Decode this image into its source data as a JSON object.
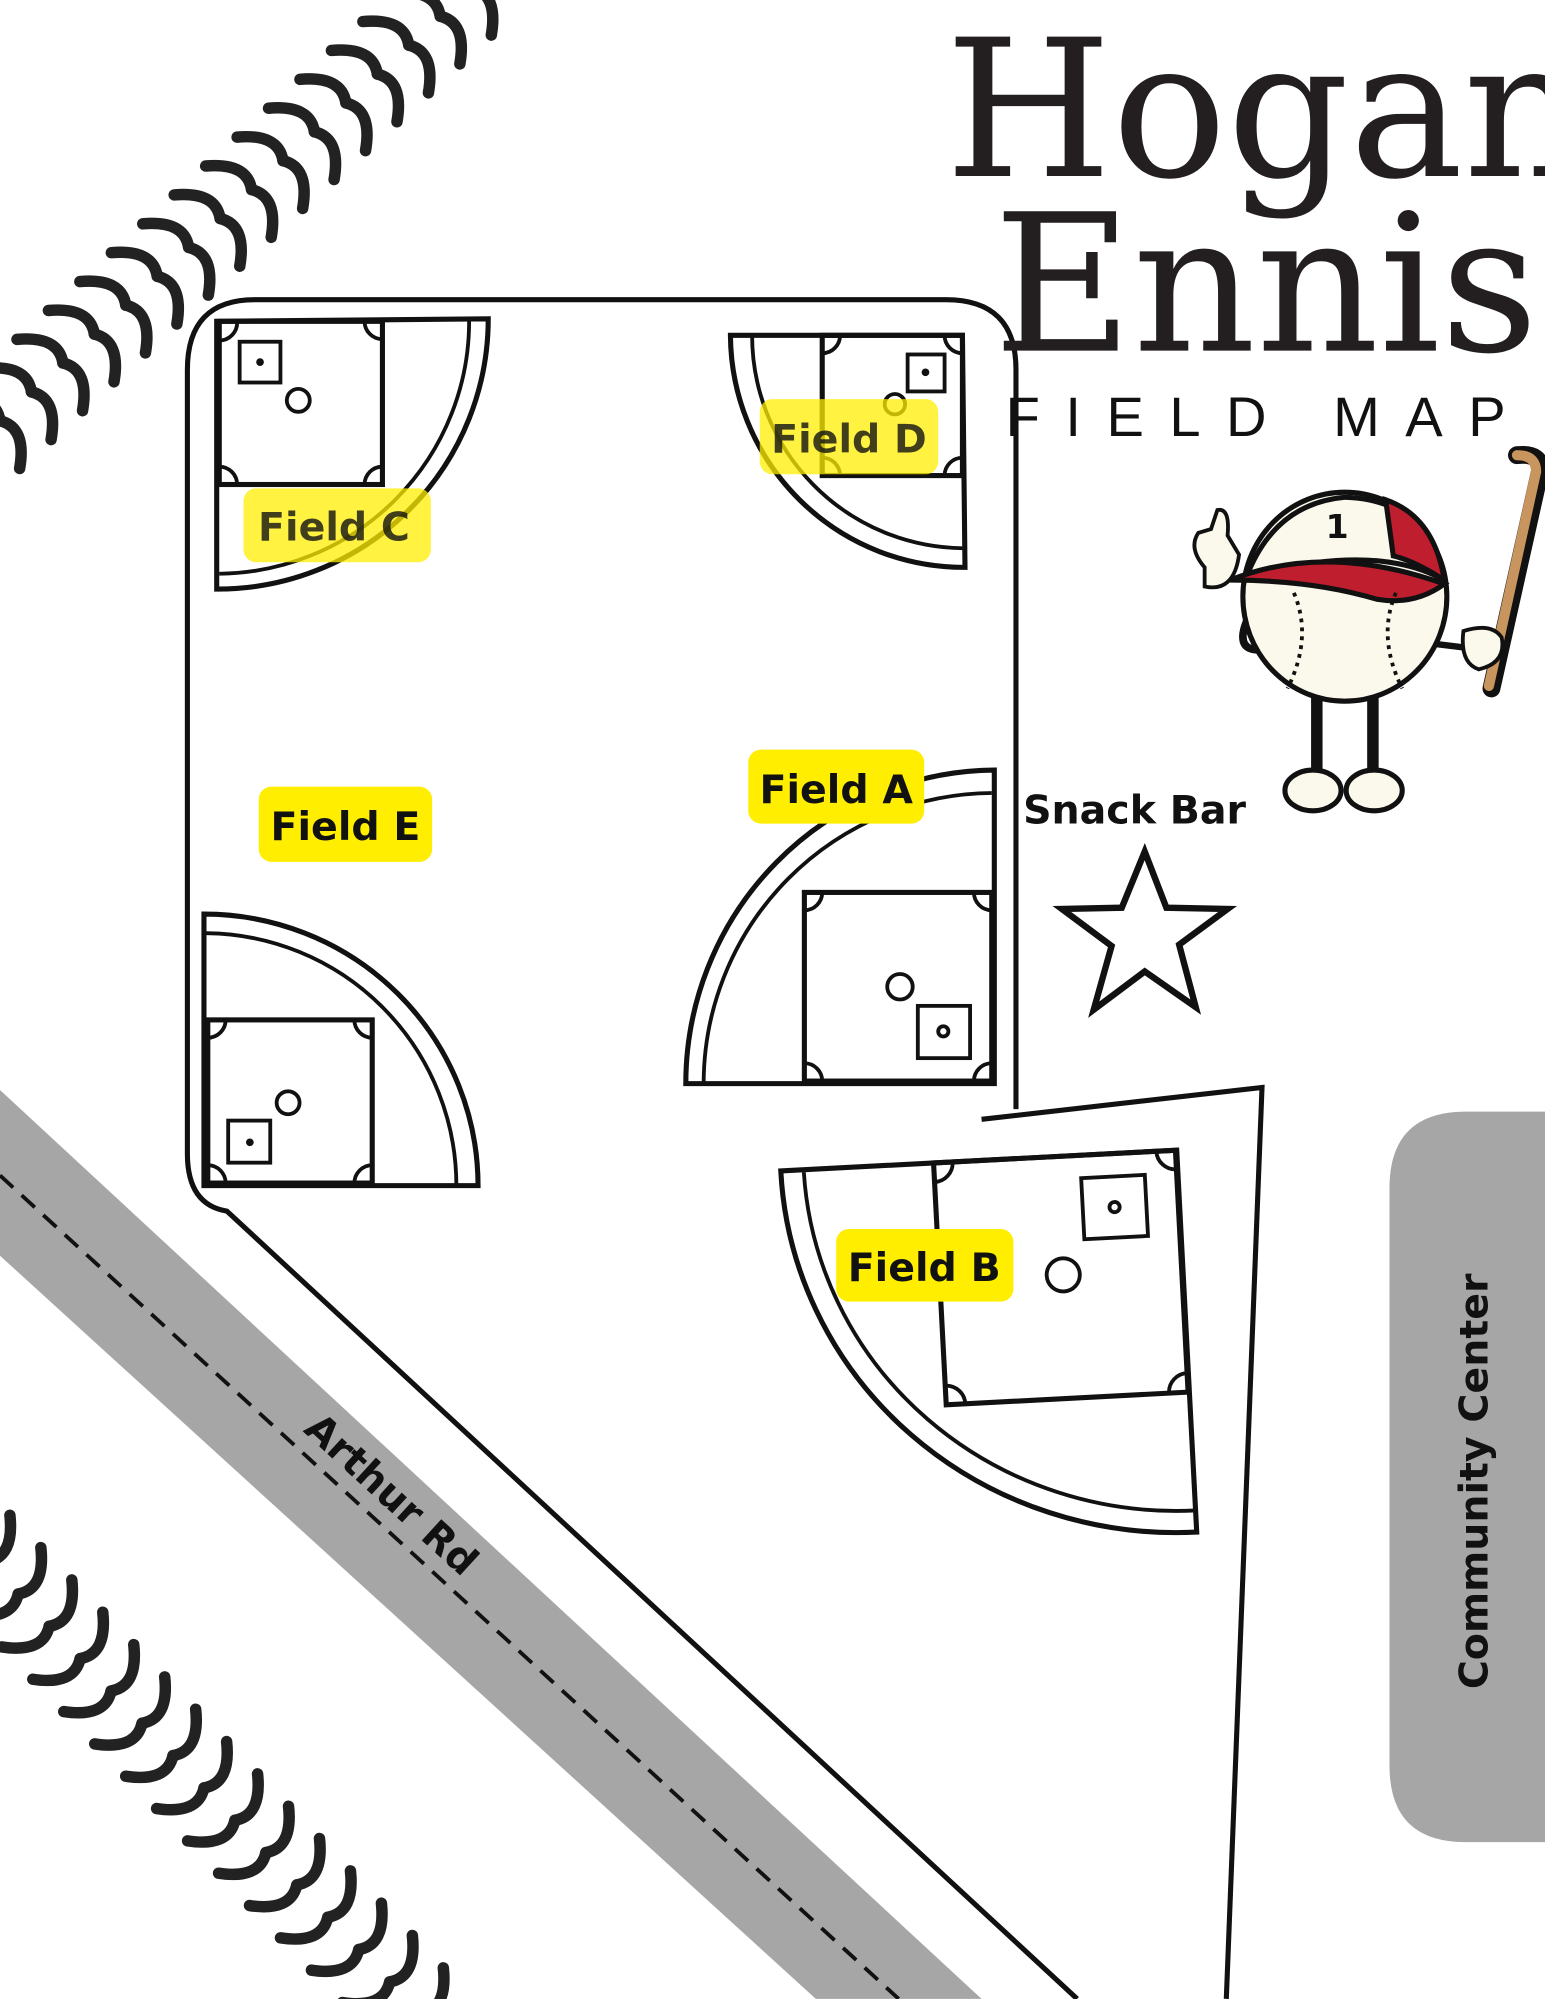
{
  "title": {
    "line1": "Hogan",
    "line2": "Ennis",
    "subtitle": "FIELD MAP"
  },
  "fields": [
    {
      "label": "Field A"
    },
    {
      "label": "Field B"
    },
    {
      "label": "Field C"
    },
    {
      "label": "Field D"
    },
    {
      "label": "Field E"
    }
  ],
  "landmarks": {
    "snack_bar": "Snack Bar",
    "community_center": "Community Center",
    "road": "Arthur Rd"
  },
  "mascot": {
    "cap_number": "1"
  },
  "icons": {
    "snack_bar": "star-icon",
    "mascot": "baseball-mascot-icon",
    "decoration": "baseball-stitch-icon"
  },
  "colors": {
    "label_highlight": "#FFEE00",
    "road": "#A6A6A6",
    "building": "#A6A6A6",
    "cap": "#BE1E2D",
    "bat": "#C8955F"
  }
}
